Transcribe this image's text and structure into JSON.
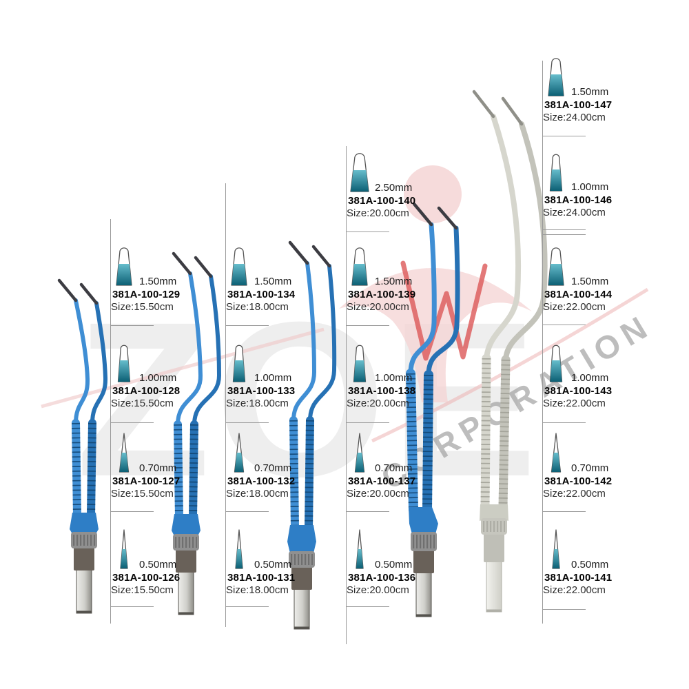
{
  "watermark": {
    "brand_text": "ZOE",
    "corporation_text": "CORPORATION",
    "logo_red": "#d84545",
    "logo_pink": "#f3cdcd",
    "brand_gray": "#d2d2d2",
    "corporation_gray": "#9a9a9a"
  },
  "products": {
    "code_prefix": "381A-100",
    "columns": [
      {
        "entries": [
          {
            "tip": "1.50mm",
            "code": "381A-100-129",
            "length": "Size:15.50cm"
          },
          {
            "tip": "1.00mm",
            "code": "381A-100-128",
            "length": "Size:15.50cm"
          },
          {
            "tip": "0.70mm",
            "code": "381A-100-127",
            "length": "Size:15.50cm"
          },
          {
            "tip": "0.50mm",
            "code": "381A-100-126",
            "length": "Size:15.50cm"
          }
        ]
      },
      {
        "entries": [
          {
            "tip": "1.50mm",
            "code": "381A-100-134",
            "length": "Size:18.00cm"
          },
          {
            "tip": "1.00mm",
            "code": "381A-100-133",
            "length": "Size:18.00cm"
          },
          {
            "tip": "0.70mm",
            "code": "381A-100-132",
            "length": "Size:18.00cm"
          },
          {
            "tip": "0.50mm",
            "code": "381A-100-131",
            "length": "Size:18.00cm"
          }
        ]
      },
      {
        "entries": [
          {
            "tip": "2.50mm",
            "code": "381A-100-140",
            "length": "Size:20.00cm"
          },
          {
            "tip": "1.50mm",
            "code": "381A-100-139",
            "length": "Size:20.00cm"
          },
          {
            "tip": "1.00mm",
            "code": "381A-100-138",
            "length": "Size:20.00cm"
          },
          {
            "tip": "0.70mm",
            "code": "381A-100-137",
            "length": "Size:20.00cm"
          },
          {
            "tip": "0.50mm",
            "code": "381A-100-136",
            "length": "Size:20.00cm"
          }
        ]
      },
      {
        "entries": [
          {
            "tip": "1.50mm",
            "code": "381A-100-147",
            "length": "Size:24.00cm"
          },
          {
            "tip": "1.00mm",
            "code": "381A-100-146",
            "length": "Size:24.00cm"
          },
          {
            "tip": "1.50mm",
            "code": "381A-100-144",
            "length": "Size:22.00cm"
          },
          {
            "tip": "1.00mm",
            "code": "381A-100-143",
            "length": "Size:22.00cm"
          },
          {
            "tip": "0.70mm",
            "code": "381A-100-142",
            "length": "Size:22.00cm"
          },
          {
            "tip": "0.50mm",
            "code": "381A-100-141",
            "length": "Size:22.00cm"
          }
        ]
      }
    ]
  },
  "colors": {
    "forceps_blue": "#2e7ec6",
    "forceps_steel_gray": "#cccdc3",
    "tip_dark": "#3c3c42",
    "icon_teal_top": "#66bdcc",
    "icon_teal_bottom": "#0c5f74",
    "divider_gray": "#9a9a9a"
  }
}
